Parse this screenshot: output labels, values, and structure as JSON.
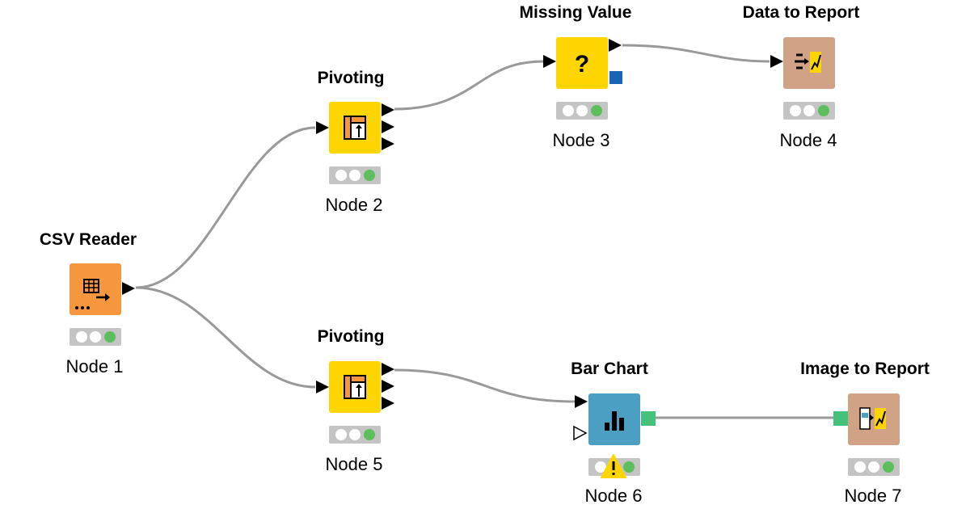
{
  "colors": {
    "connection": "#999999",
    "reader": "#f7973d",
    "manipulator": "#ffd500",
    "visualizer": "#4a9fc2",
    "reporting": "#d1a286",
    "status_green": "#5cbf5c",
    "port_blue": "#1a63b5",
    "port_green": "#44c17b",
    "warning": "#ffd500"
  },
  "nodes": {
    "n1": {
      "title": "CSV Reader",
      "label": "Node 1",
      "icon": "table-import-icon"
    },
    "n2": {
      "title": "Pivoting",
      "label": "Node 2",
      "icon": "pivot-icon"
    },
    "n3": {
      "title": "Missing Value",
      "label": "Node 3",
      "icon": "question-mark-icon"
    },
    "n4": {
      "title": "Data to Report",
      "label": "Node 4",
      "icon": "report-data-icon"
    },
    "n5": {
      "title": "Pivoting",
      "label": "Node 5",
      "icon": "pivot-icon"
    },
    "n6": {
      "title": "Bar Chart",
      "label": "Node 6",
      "icon": "bar-chart-icon"
    },
    "n7": {
      "title": "Image to Report",
      "label": "Node 7",
      "icon": "report-image-icon"
    }
  }
}
